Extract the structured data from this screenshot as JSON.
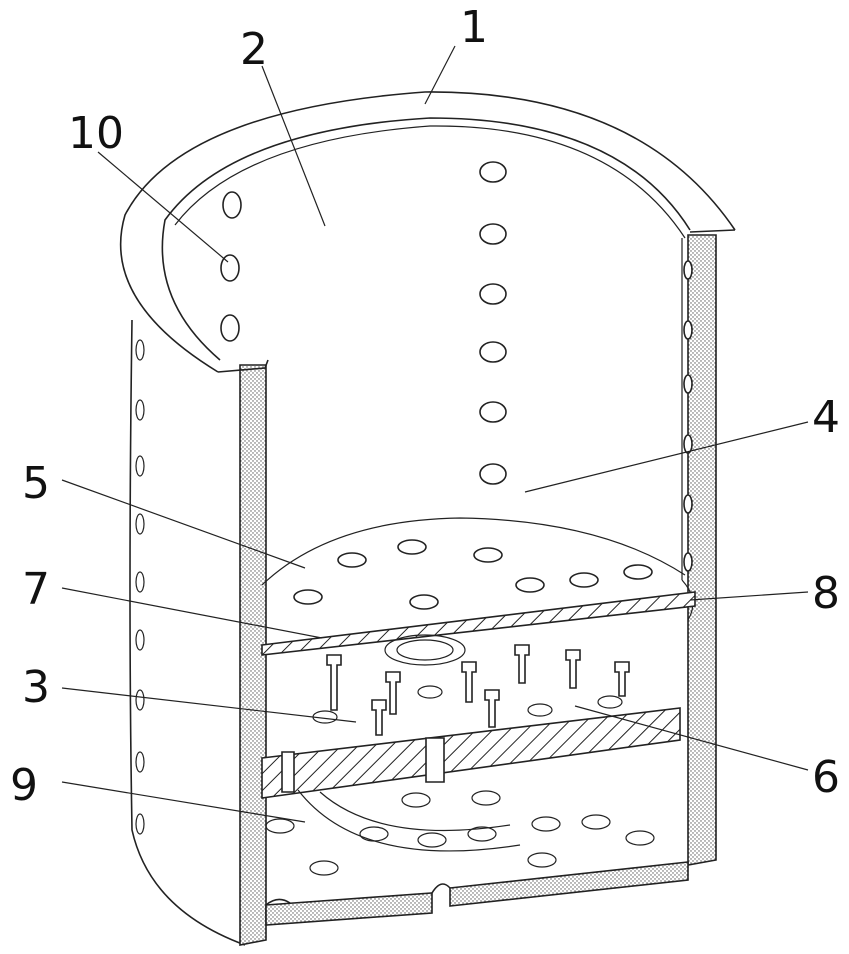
{
  "part_labels": [
    {
      "id": "label-1",
      "text": "1"
    },
    {
      "id": "label-2",
      "text": "2"
    },
    {
      "id": "label-3",
      "text": "3"
    },
    {
      "id": "label-4",
      "text": "4"
    },
    {
      "id": "label-5",
      "text": "5"
    },
    {
      "id": "label-6",
      "text": "6"
    },
    {
      "id": "label-7",
      "text": "7"
    },
    {
      "id": "label-8",
      "text": "8"
    },
    {
      "id": "label-9",
      "text": "9"
    },
    {
      "id": "label-10",
      "text": "10"
    }
  ],
  "colors": {
    "line": "#222222",
    "background": "#ffffff",
    "stipple": "#555555"
  }
}
